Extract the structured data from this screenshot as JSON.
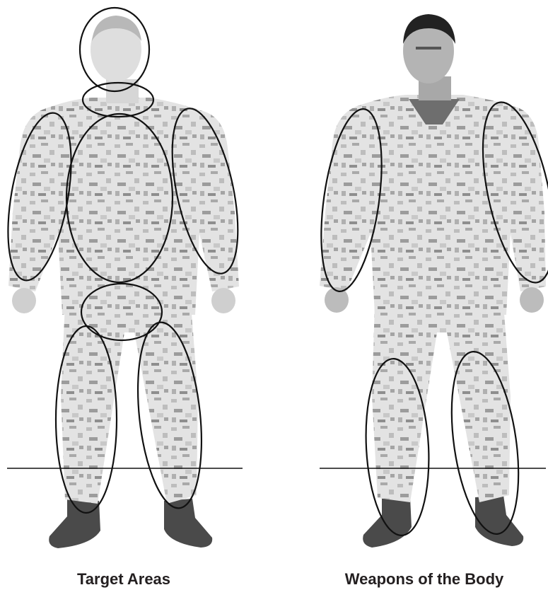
{
  "panels": [
    {
      "id": "target-areas",
      "caption": "Target Areas"
    },
    {
      "id": "weapons-of-the-body",
      "caption": "Weapons of the Body"
    }
  ],
  "colors": {
    "outline": "#111111",
    "camo_light": "#e3e3e3",
    "camo_mid": "#bdbdbd",
    "camo_dark": "#8e8e8e",
    "skin": "#cfcfcf",
    "skin_faded": "#dedede",
    "boot": "#4a4a4a",
    "caption": "#231f20"
  }
}
